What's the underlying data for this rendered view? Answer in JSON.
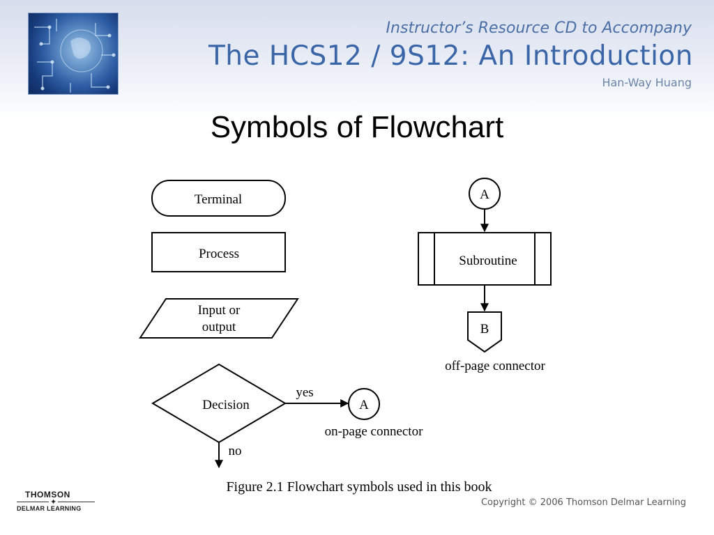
{
  "header": {
    "line1": "Instructor’s Resource CD to Accompany",
    "line2": "The HCS12 / 9S12: An Introduction",
    "author": "Han-Way Huang"
  },
  "title": "Symbols of Flowchart",
  "diagram": {
    "terminal": "Terminal",
    "process": "Process",
    "input_output_line1": "Input or",
    "input_output_line2": "output",
    "decision": "Decision",
    "yes_label": "yes",
    "no_label": "no",
    "on_page_connector_letter": "A",
    "on_page_connector_label": "on-page connector",
    "subroutine": "Subroutine",
    "off_page_top_letter": "A",
    "off_page_bottom_letter": "B",
    "off_page_connector_label": "off-page connector"
  },
  "caption": "Figure 2.1 Flowchart symbols used in this book",
  "footer": {
    "publisher_top": "THOMSON",
    "publisher_bottom": "DELMAR LEARNING",
    "copyright": "Copyright © 2006 Thomson Delmar Learning"
  },
  "colors": {
    "header_title": "#3a66a8",
    "header_subtitle": "#4a6ea6",
    "author": "#6b84a8",
    "diagram_stroke": "#000000"
  }
}
